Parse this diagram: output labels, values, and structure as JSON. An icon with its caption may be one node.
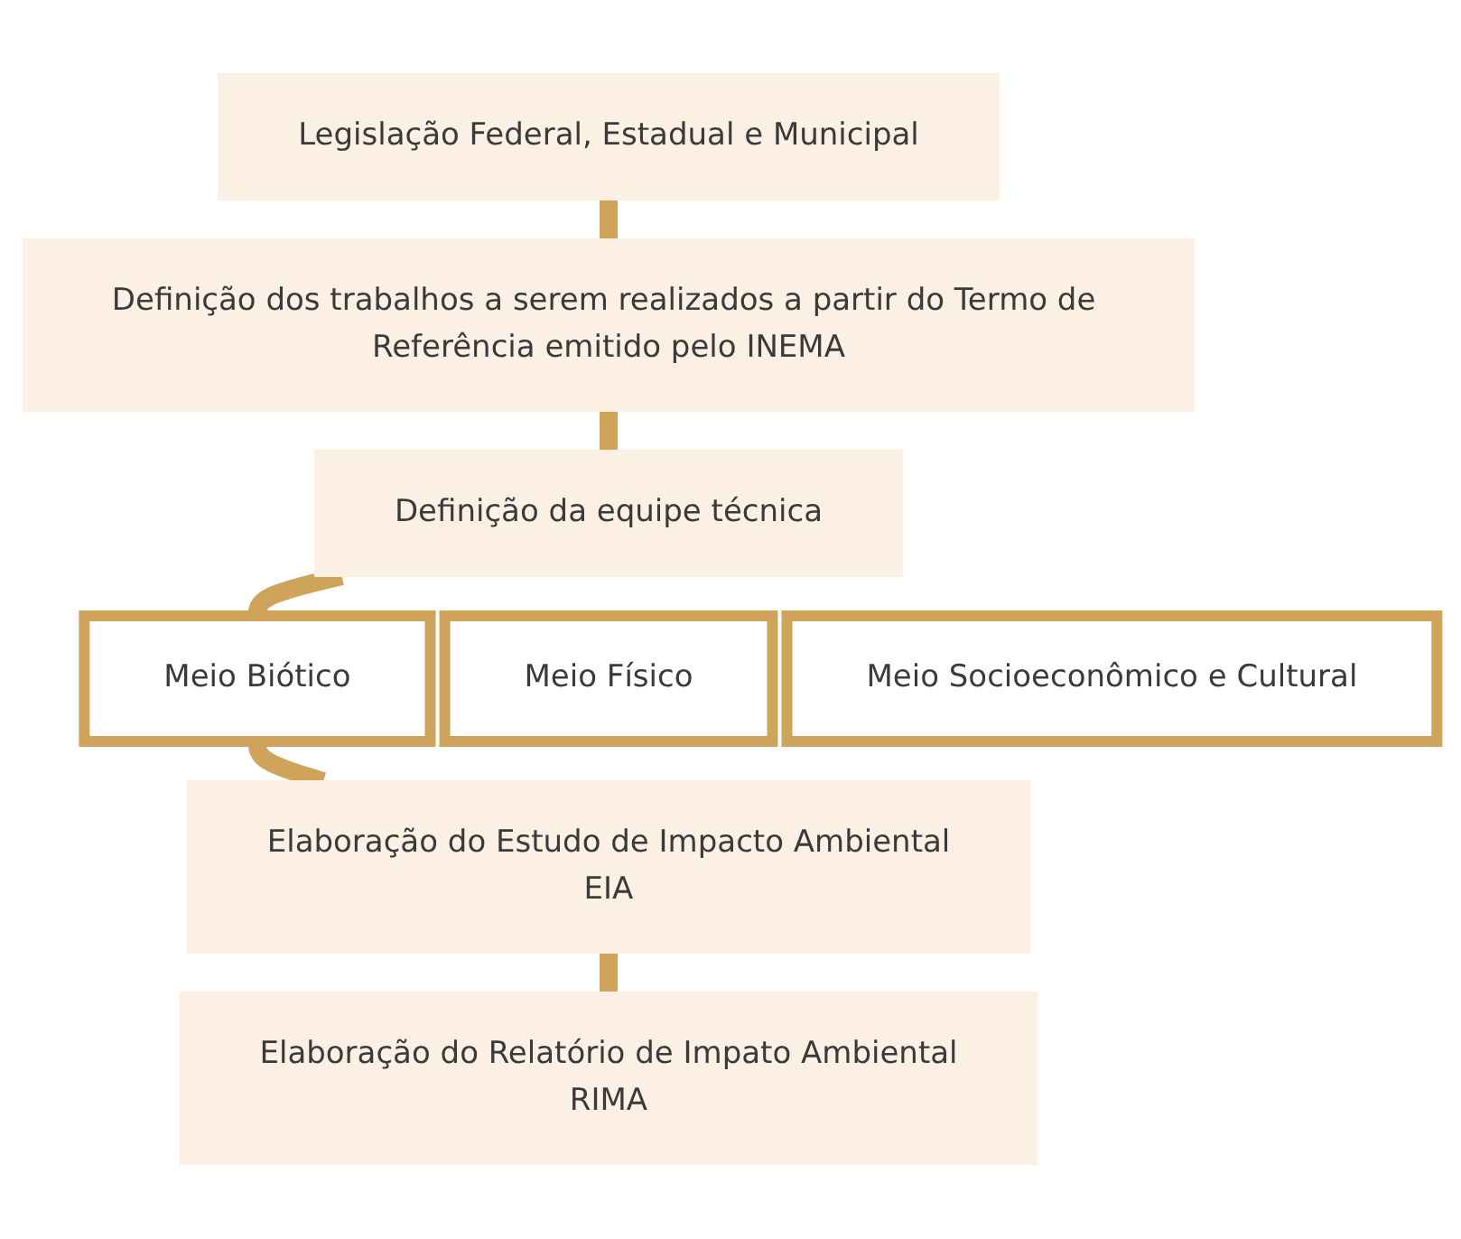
{
  "diagram": {
    "nodes": [
      {
        "text": [
          "Legislação Federal, Estadual e Municipal"
        ]
      },
      {
        "text": [
          "Definição dos trabalhos a serem realizados a partir do Termo de Referência emitido pelo INEMA"
        ]
      },
      {
        "text": [
          "Definição da equipe técnica"
        ]
      },
      {
        "text": [
          "Meio Físico"
        ]
      },
      {
        "text": [
          "Meio Biótico"
        ]
      },
      {
        "text": [
          "Meio Socioeconômico e Cultural"
        ]
      },
      {
        "text": [
          "Elaboração do Estudo de Impacto Ambiental",
          "EIA"
        ]
      },
      {
        "text": [
          "Elaboração do Relatório de Impato Ambiental",
          "RIMA"
        ]
      }
    ],
    "edges": [
      {
        "from": 0,
        "to": 1,
        "arrow": "none"
      },
      {
        "from": 1,
        "to": 2,
        "arrow": "none"
      },
      {
        "from": 2,
        "to": 4,
        "arrow": "none"
      },
      {
        "from": 4,
        "to": 6,
        "arrow": "none"
      },
      {
        "from": 6,
        "to": 7,
        "arrow": "none"
      }
    ]
  }
}
